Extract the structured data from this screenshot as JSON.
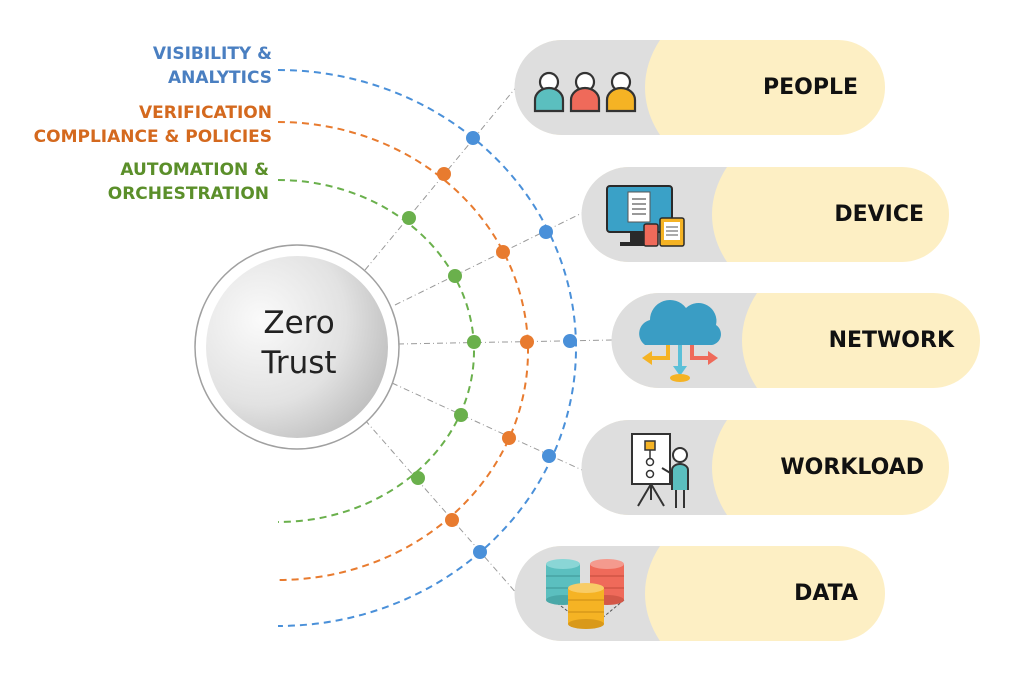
{
  "center": {
    "line1": "Zero",
    "line2": "Trust"
  },
  "layers": [
    {
      "id": "visibility",
      "line1": "VISIBILITY &",
      "line2": "ANALYTICS",
      "color": "#4a7fc1"
    },
    {
      "id": "verification",
      "line1": "VERIFICATION",
      "line2": "COMPLIANCE & POLICIES",
      "color": "#d4691e"
    },
    {
      "id": "automation",
      "line1": "AUTOMATION &",
      "line2": "ORCHESTRATION",
      "color": "#5b8f2a"
    }
  ],
  "pillars": [
    {
      "id": "people",
      "label": "PEOPLE",
      "icon": "people-icon"
    },
    {
      "id": "device",
      "label": "DEVICE",
      "icon": "device-icon"
    },
    {
      "id": "network",
      "label": "NETWORK",
      "icon": "cloud-network-icon"
    },
    {
      "id": "workload",
      "label": "WORKLOAD",
      "icon": "workload-presenter-icon"
    },
    {
      "id": "data",
      "label": "DATA",
      "icon": "database-icon"
    }
  ],
  "colors": {
    "pill_left": "#dedede",
    "pill_right": "#fdefc4",
    "center_gradient": [
      "#f8f8f8",
      "#bdbdbd"
    ],
    "ring_outline": "#a0a0a0",
    "dot_blue": "#4a90d9",
    "dot_orange": "#e87b2f",
    "dot_green": "#6ab04c"
  }
}
